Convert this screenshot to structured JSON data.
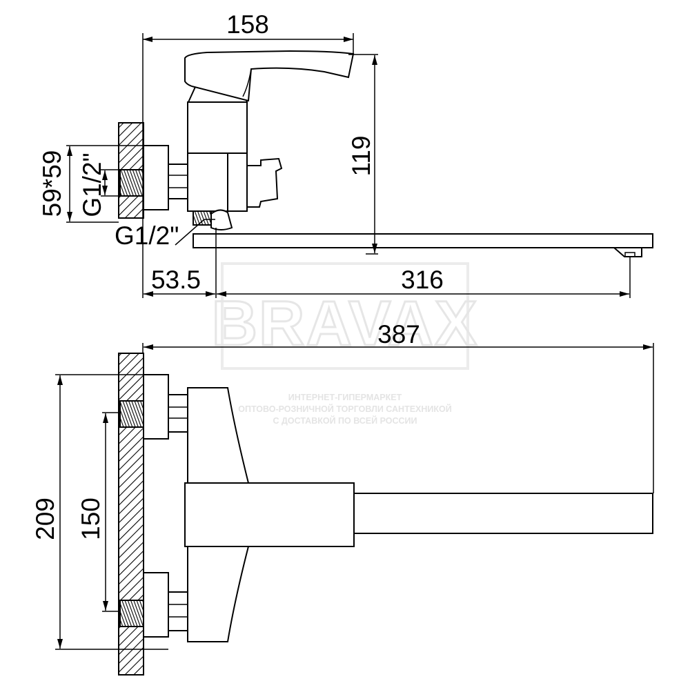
{
  "dimensions": {
    "overall_height_top": "158",
    "handle_height": "119",
    "flange_size": "59*59",
    "thread_upper": "G1/2\"",
    "thread_lower": "G1/2\"",
    "wall_offset": "53.5",
    "spout_reach": "316",
    "overall_length": "387",
    "total_width": "209",
    "center_distance": "150"
  },
  "watermark": {
    "brand": "BRAVAX",
    "line1": "ИНТЕРНЕТ-ГИПЕРМАРКЕТ",
    "line2": "ОПТОВО-РОЗНИЧНОЙ ТОРГОВЛИ САНТЕХНИКОЙ",
    "line3": "С ДОСТАВКОЙ ПО ВСЕЙ РОССИИ"
  }
}
